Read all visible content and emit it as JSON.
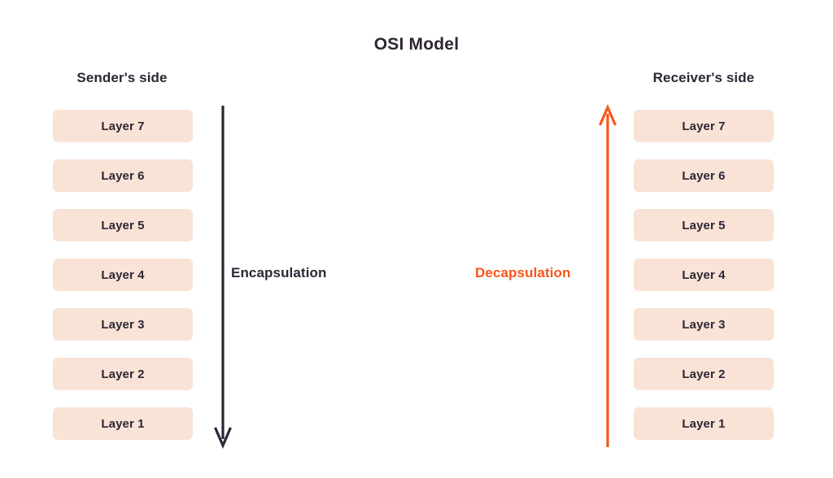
{
  "title": "OSI Model",
  "colors": {
    "background": "#FFFFFF",
    "text_dark": "#2E2636",
    "layer_fill": "#F8E3D6",
    "accent_orange": "#F9551A"
  },
  "sender": {
    "heading": "Sender's side",
    "layers": [
      {
        "label": "Layer 7"
      },
      {
        "label": "Layer 6"
      },
      {
        "label": "Layer 5"
      },
      {
        "label": "Layer 4"
      },
      {
        "label": "Layer 3"
      },
      {
        "label": "Layer 2"
      },
      {
        "label": "Layer 1"
      }
    ]
  },
  "receiver": {
    "heading": "Receiver's side",
    "layers": [
      {
        "label": "Layer 7"
      },
      {
        "label": "Layer 6"
      },
      {
        "label": "Layer 5"
      },
      {
        "label": "Layer 4"
      },
      {
        "label": "Layer 3"
      },
      {
        "label": "Layer 2"
      },
      {
        "label": "Layer 1"
      }
    ]
  },
  "flows": {
    "encapsulation": {
      "label": "Encapsulation",
      "direction": "down",
      "color": "#2E2636"
    },
    "decapsulation": {
      "label": "Decapsulation",
      "direction": "up",
      "color": "#F9551A"
    }
  }
}
